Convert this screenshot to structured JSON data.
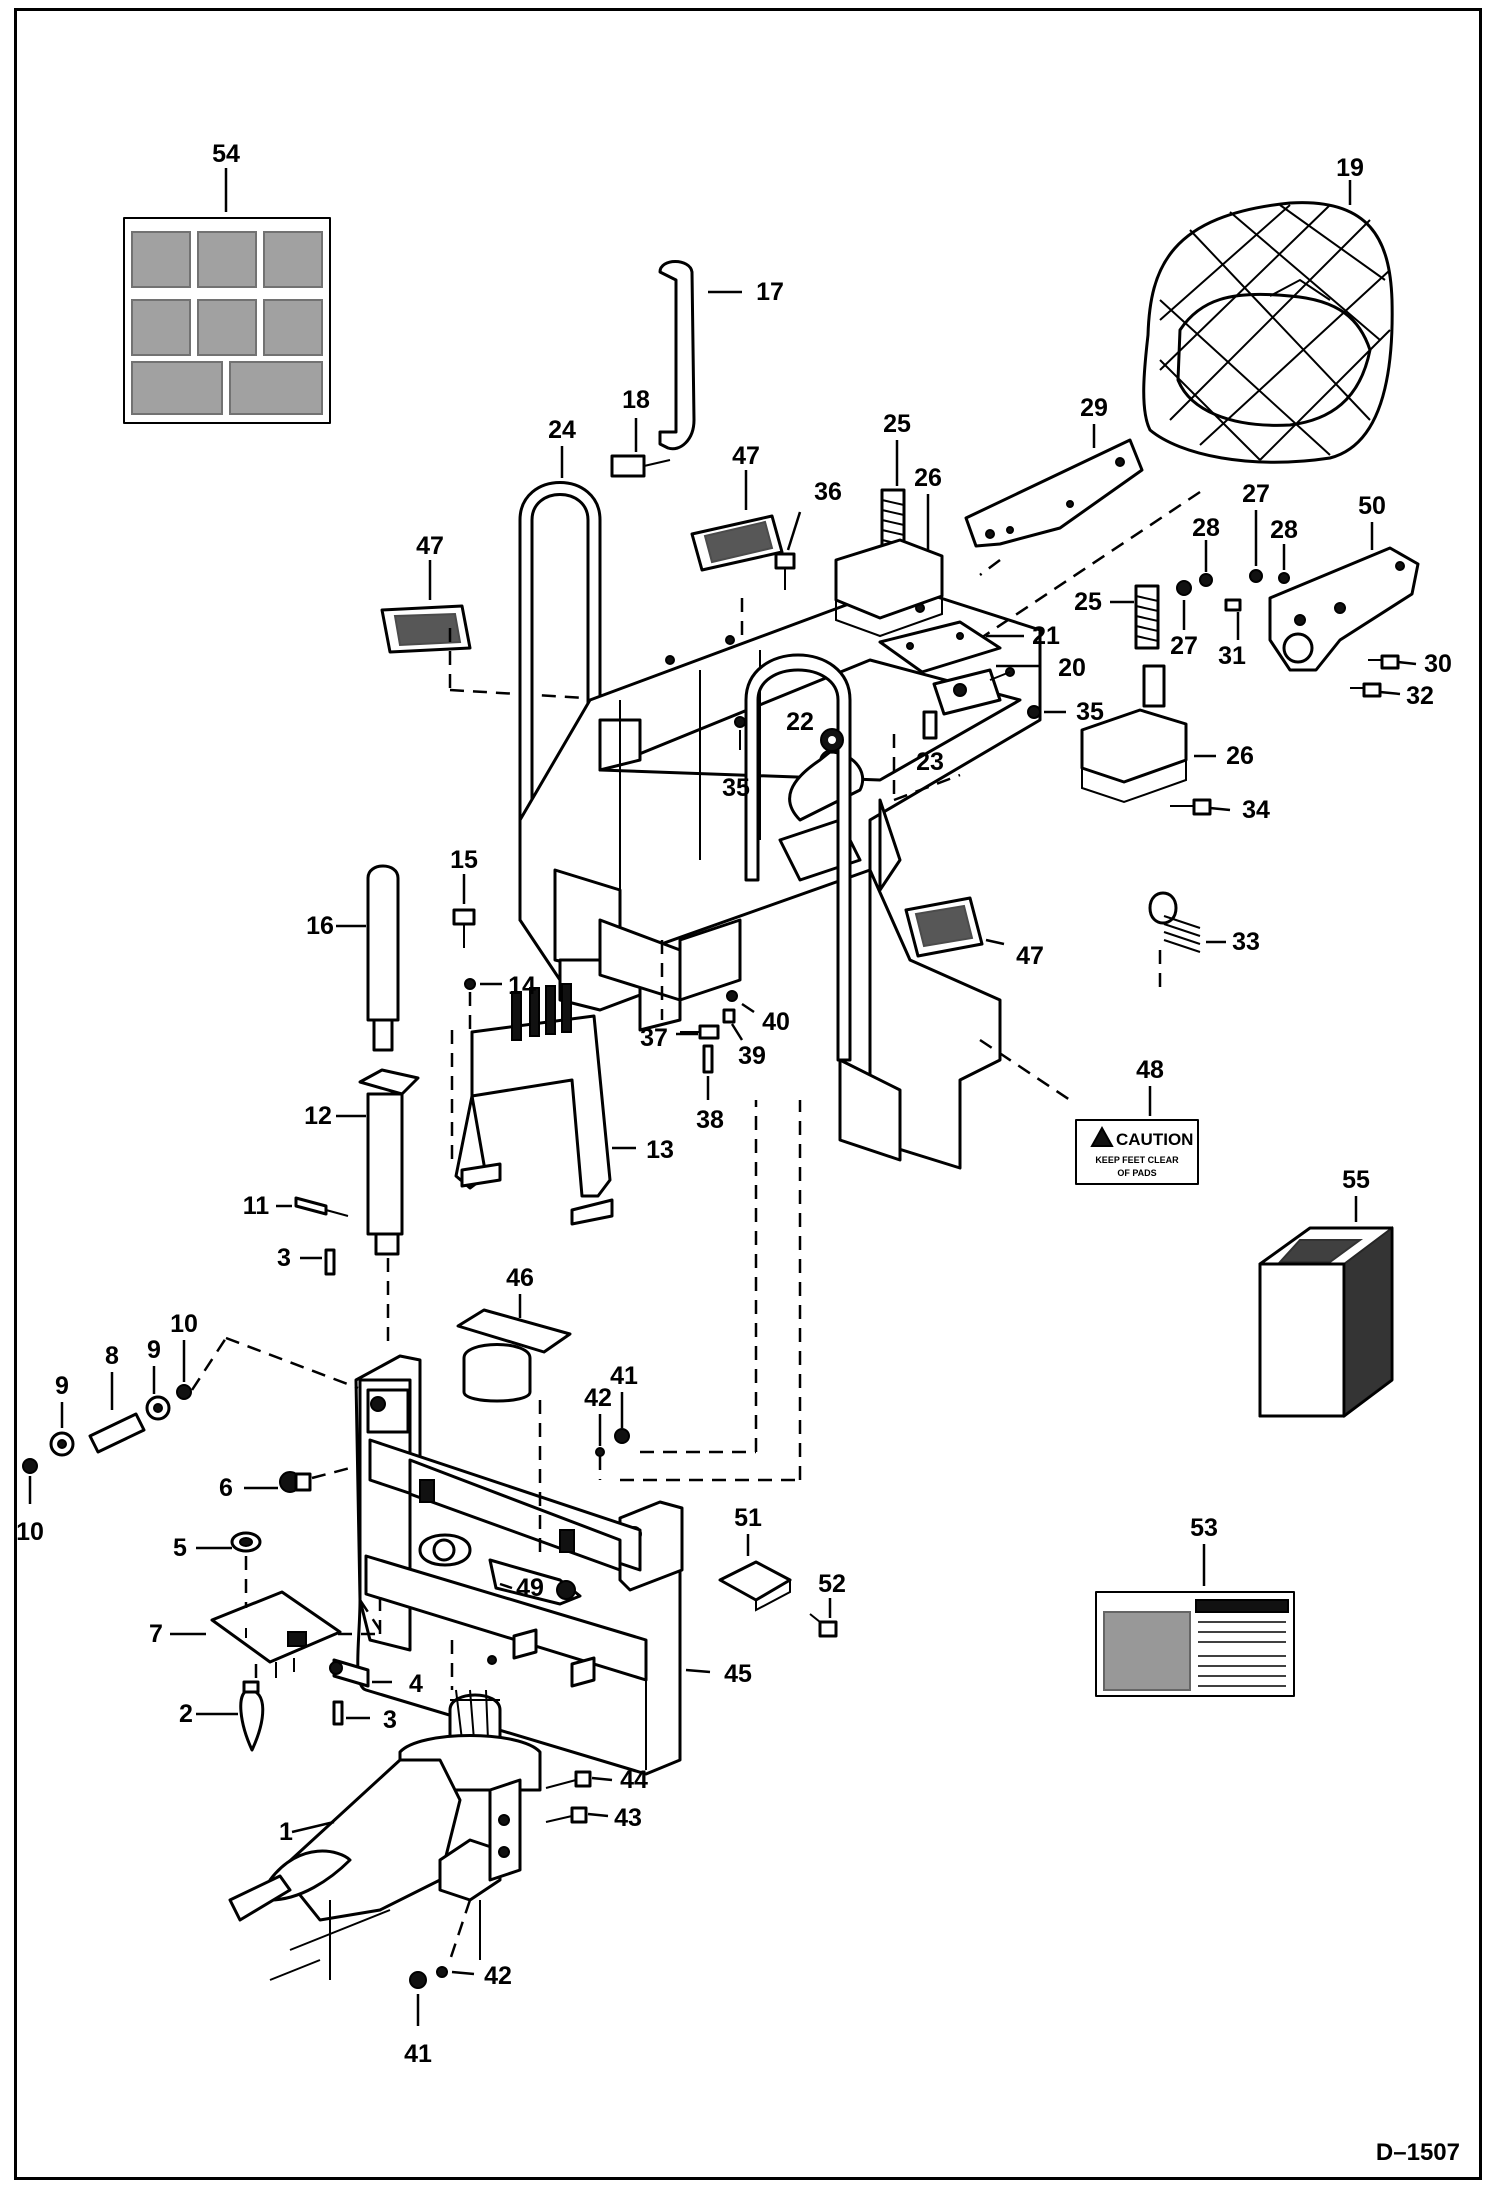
{
  "drawing_id": "D–1507",
  "decals": {
    "caution_title": "CAUTION",
    "caution_line1": "KEEP FEET CLEAR",
    "caution_line2": "OF PADS"
  },
  "callouts": {
    "n1": "1",
    "n2": "2",
    "n3a": "3",
    "n3b": "3",
    "n4": "4",
    "n5": "5",
    "n6": "6",
    "n7": "7",
    "n8": "8",
    "n9a": "9",
    "n9b": "9",
    "n10a": "10",
    "n10b": "10",
    "n11": "11",
    "n12": "12",
    "n13": "13",
    "n14": "14",
    "n15": "15",
    "n16": "16",
    "n17": "17",
    "n18": "18",
    "n19": "19",
    "n20": "20",
    "n21": "21",
    "n22": "22",
    "n23": "23",
    "n24": "24",
    "n25a": "25",
    "n25b": "25",
    "n26a": "26",
    "n26b": "26",
    "n27a": "27",
    "n27b": "27",
    "n28a": "28",
    "n28b": "28",
    "n29": "29",
    "n30": "30",
    "n31": "31",
    "n32": "32",
    "n33": "33",
    "n34": "34",
    "n35a": "35",
    "n35b": "35",
    "n36": "36",
    "n37": "37",
    "n38": "38",
    "n39": "39",
    "n40": "40",
    "n41a": "41",
    "n41b": "41",
    "n42a": "42",
    "n42b": "42",
    "n43": "43",
    "n44": "44",
    "n45": "45",
    "n46": "46",
    "n47a": "47",
    "n47b": "47",
    "n47c": "47",
    "n48": "48",
    "n49": "49",
    "n50": "50",
    "n51": "51",
    "n52": "52",
    "n53": "53",
    "n54": "54",
    "n55": "55"
  }
}
